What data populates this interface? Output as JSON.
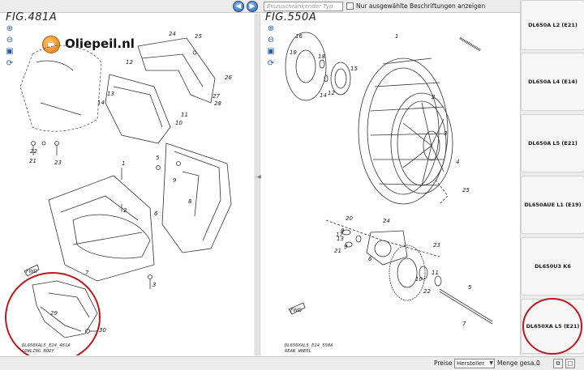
{
  "toolbar": {
    "back_icon": "arrow-left-icon",
    "forward_icon": "arrow-right-icon",
    "search_placeholder": "Einzuschränkender Typ",
    "only_selected_label": "Nur ausgewählte Beschriftungen anzeigen"
  },
  "left_figure": {
    "title": "FIG.481A",
    "caption_line1": "DL650XAL5_E24_481A",
    "caption_line2": "COWLING BODY",
    "logo_text": "Oliepeil.nl",
    "tools": [
      "zoom-in-icon",
      "zoom-out-icon",
      "fit-page-icon",
      "reset-icon"
    ]
  },
  "right_figure": {
    "title": "FIG.550A",
    "caption_line1": "DL650XAL5_E24_550A",
    "caption_line2": "REAR WHEEL",
    "tools": [
      "zoom-in-icon",
      "zoom-out-icon",
      "fit-page-icon",
      "reset-icon"
    ]
  },
  "left_labels": [
    "24",
    "25",
    "26",
    "27",
    "28",
    "12",
    "13",
    "14",
    "23",
    "21",
    "22",
    "29",
    "30",
    "1",
    "2",
    "5",
    "6",
    "8",
    "9",
    "10",
    "11",
    "7",
    "3",
    "FWD"
  ],
  "right_labels": [
    "16",
    "19",
    "18",
    "15",
    "14",
    "12",
    "1",
    "2",
    "3",
    "4",
    "5",
    "6",
    "7",
    "8",
    "9",
    "10",
    "11",
    "13",
    "17",
    "20",
    "21",
    "22",
    "23",
    "24",
    "25",
    "FWD"
  ],
  "models": [
    {
      "label": "DL650A L2 (E21)"
    },
    {
      "label": "DL650A L4 (E14)"
    },
    {
      "label": "DL650A L5 (E21)"
    },
    {
      "label": "DL650AUE L1 (E19)"
    },
    {
      "label": "DL650U3 K6"
    },
    {
      "label": "DL650XA L5 (E21)"
    }
  ],
  "status": {
    "price_label": "Preise",
    "manufacturer_option": "Hersteller",
    "quantity_label": "Menge gesa...",
    "quantity_value": "0"
  },
  "colors": {
    "highlight_circle": "#c0171c",
    "nav_button": "#2a64b0"
  }
}
